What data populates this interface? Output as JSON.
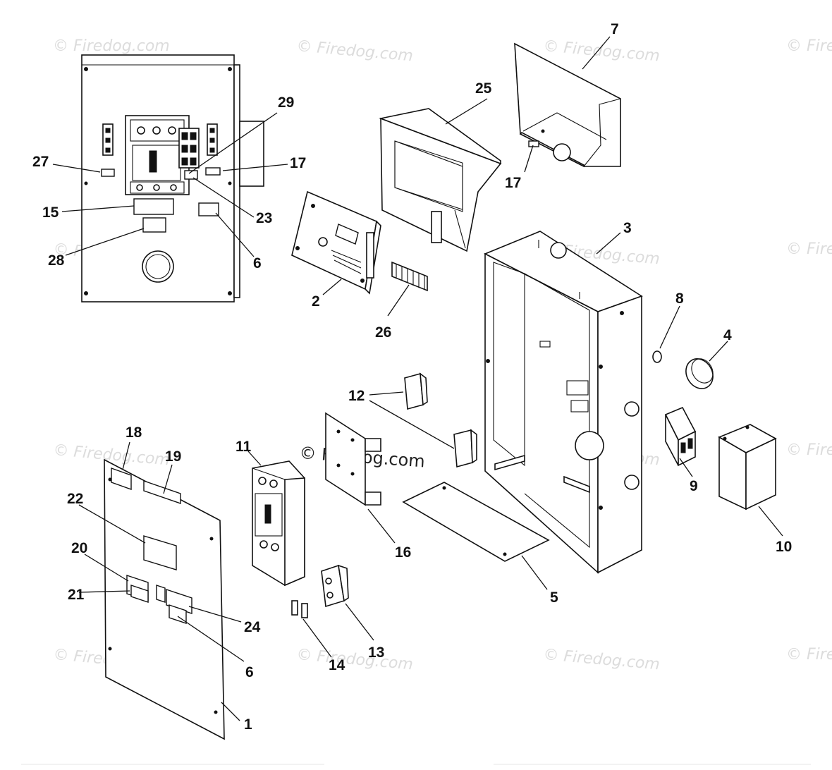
{
  "diagram": {
    "watermark_text": "© Firedog.com",
    "callouts": {
      "c1": "1",
      "c2": "2",
      "c3": "3",
      "c4": "4",
      "c5": "5",
      "c6a": "6",
      "c6b": "6",
      "c7": "7",
      "c8": "8",
      "c9": "9",
      "c10": "10",
      "c11": "11",
      "c12": "12",
      "c13": "13",
      "c14": "14",
      "c15": "15",
      "c16": "16",
      "c17a": "17",
      "c17b": "17",
      "c18": "18",
      "c19": "19",
      "c20": "20",
      "c21": "21",
      "c22": "22",
      "c23": "23",
      "c24": "24",
      "c25": "25",
      "c26": "26",
      "c27": "27",
      "c28": "28",
      "c29": "29"
    }
  }
}
